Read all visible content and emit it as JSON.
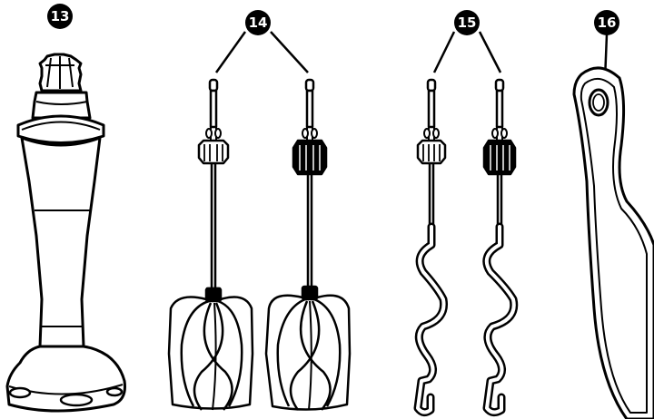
{
  "figure": {
    "background": "#ffffff",
    "ink": "#000000",
    "parts": [
      {
        "number": "13",
        "icon": "blender-shaft-icon"
      },
      {
        "number": "14",
        "icon": "whisk-beaters-icon"
      },
      {
        "number": "15",
        "icon": "dough-hooks-icon"
      },
      {
        "number": "16",
        "icon": "spatula-icon"
      }
    ]
  }
}
